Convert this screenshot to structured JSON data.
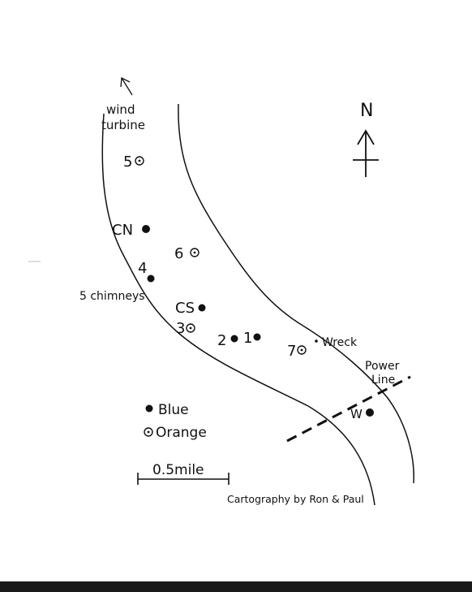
{
  "map": {
    "north_label": "N",
    "wind_turbine_line1": "wind",
    "wind_turbine_line2": "turbine",
    "five_chimneys": "5 chimneys",
    "wreck": "Wreck",
    "power_line_line1": "Power",
    "power_line_line2": "Line",
    "credit": "Cartography by Ron & Paul",
    "scale_label": "0.5mile",
    "legend": {
      "blue_label": "Blue",
      "orange_label": "Orange"
    },
    "markers": [
      {
        "label": "5",
        "type": "orange"
      },
      {
        "label": "CN",
        "type": "blue"
      },
      {
        "label": "6",
        "type": "orange"
      },
      {
        "label": "4",
        "type": "blue"
      },
      {
        "label": "CS",
        "type": "blue"
      },
      {
        "label": "3",
        "type": "orange"
      },
      {
        "label": "2",
        "type": "blue"
      },
      {
        "label": "1",
        "type": "blue"
      },
      {
        "label": "7",
        "type": "orange"
      },
      {
        "label": "W",
        "type": "blue"
      }
    ]
  }
}
